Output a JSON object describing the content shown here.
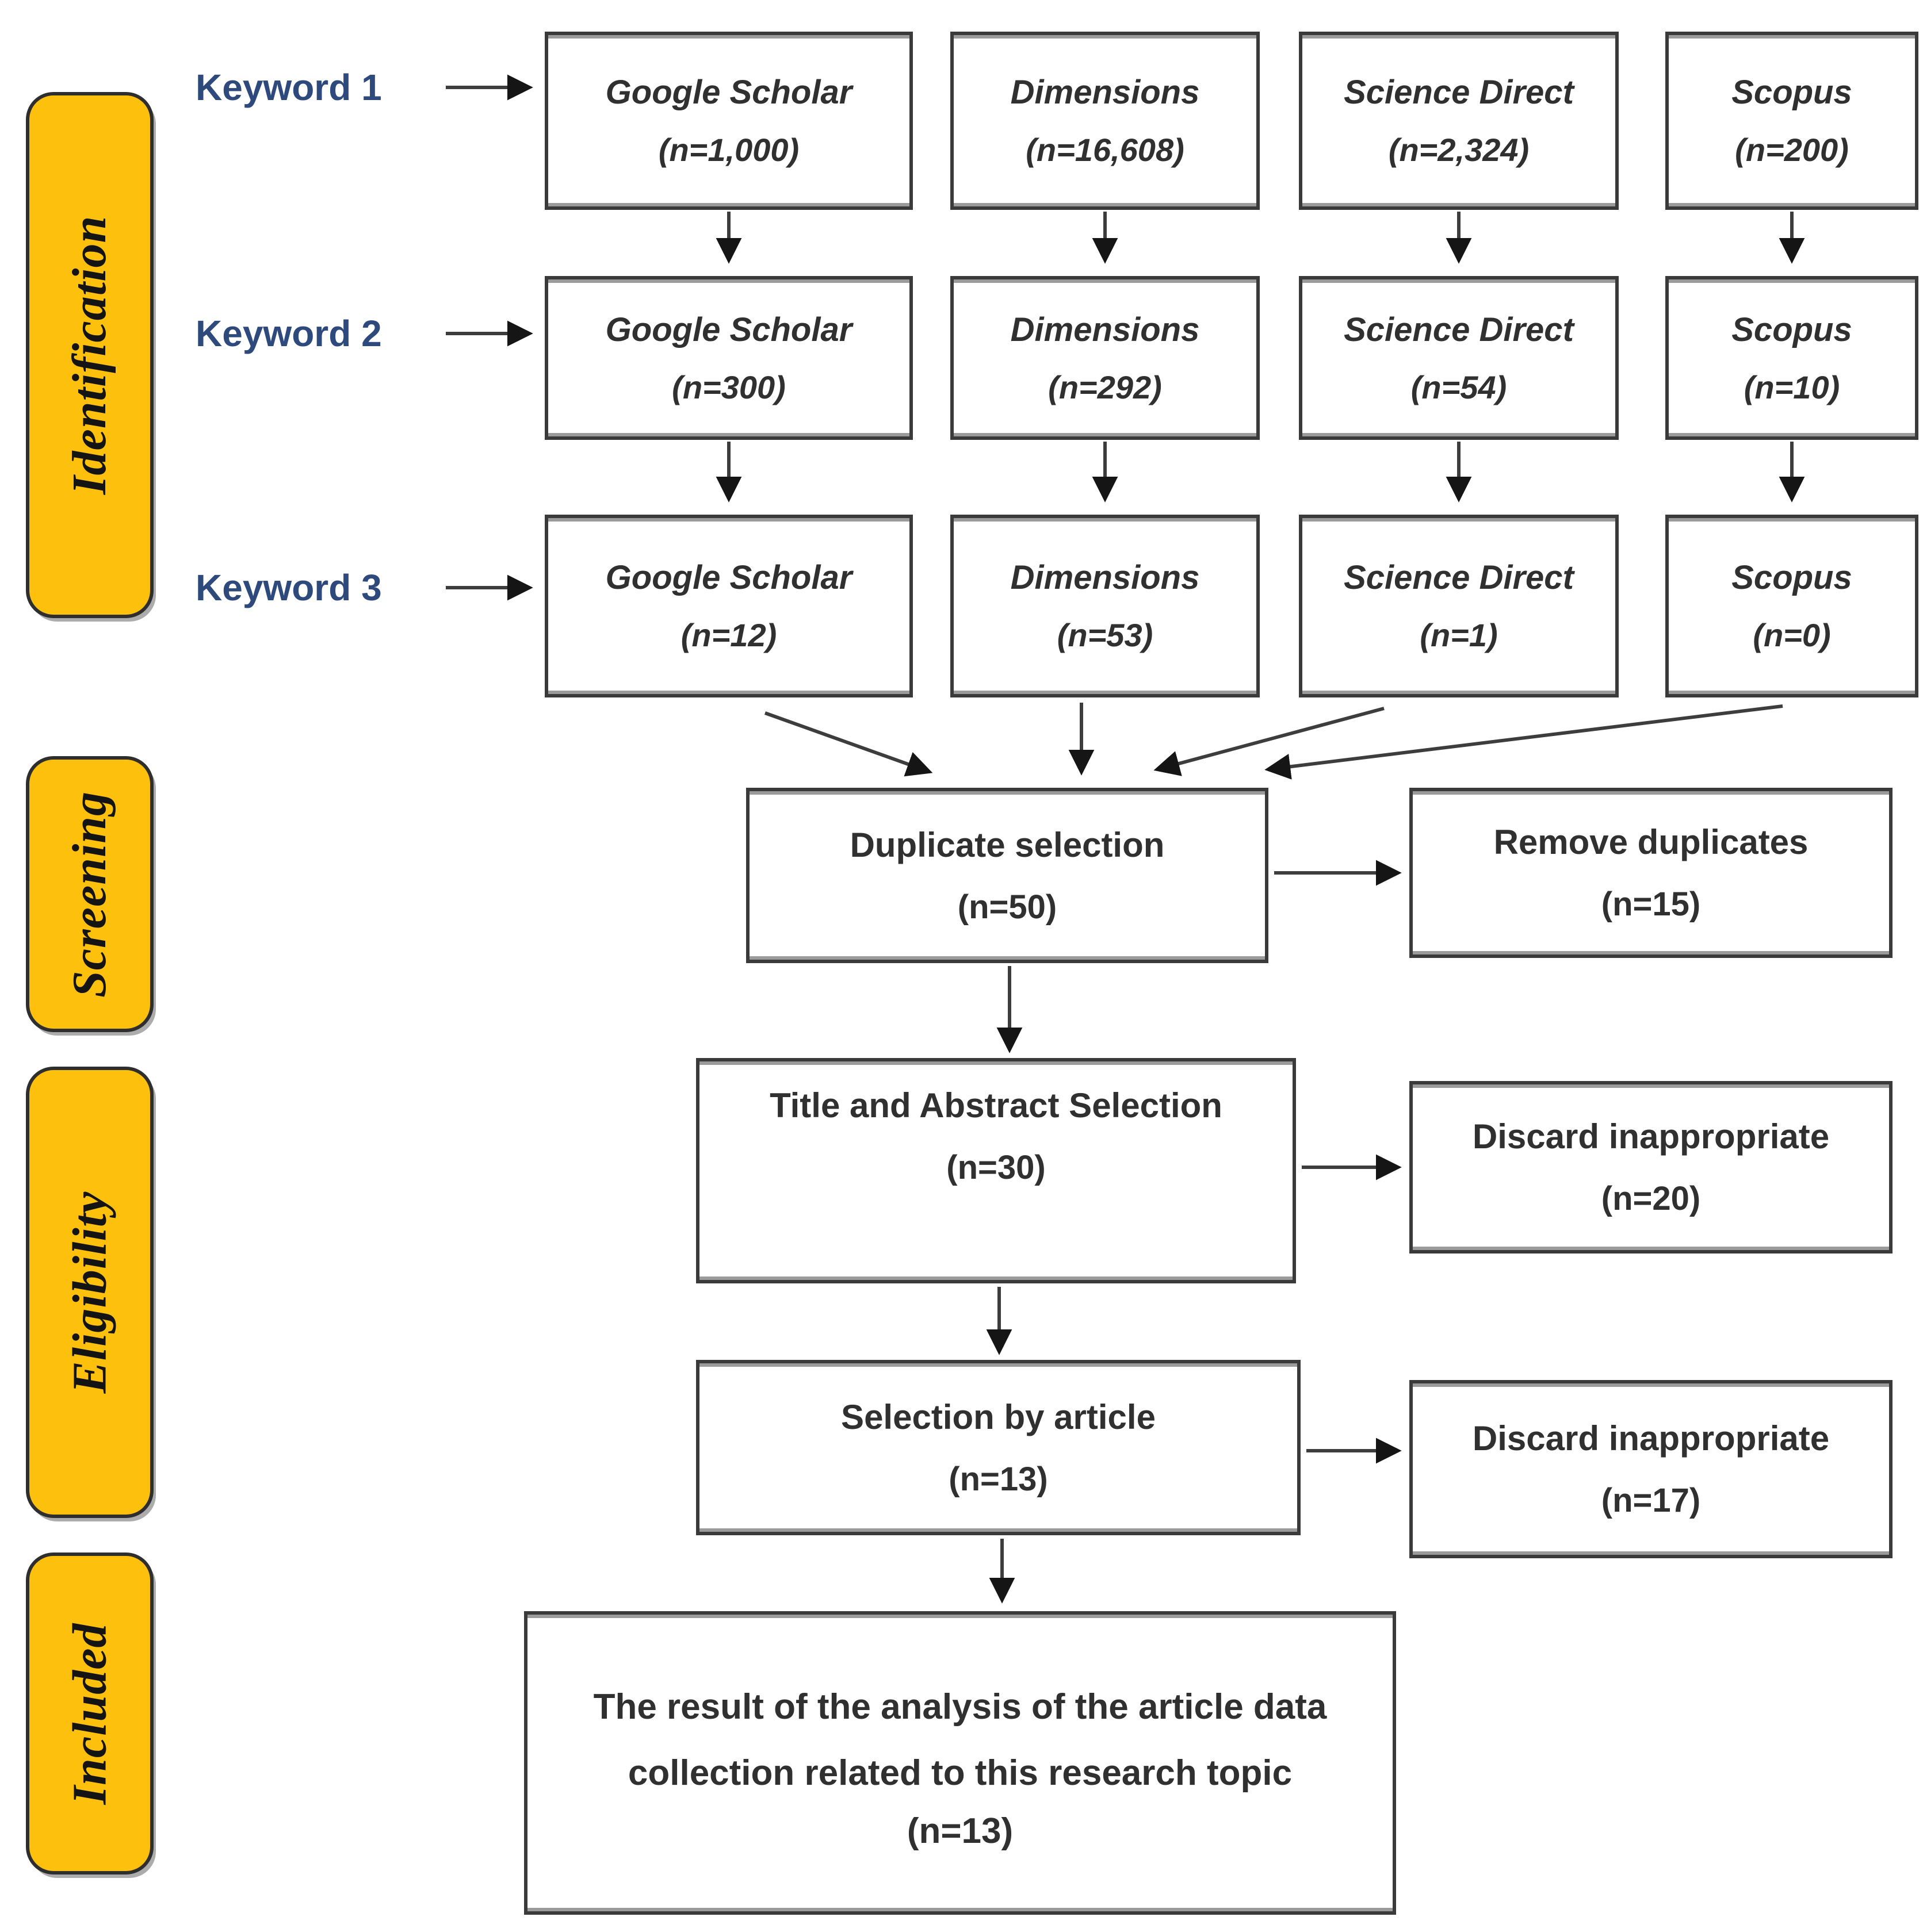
{
  "palette": {
    "stage_fill": "#FCC00D",
    "stage_border": "#2E2E2E",
    "box_border": "#3A3A3A",
    "box_text": "#303030",
    "keyword_text": "#2E4A7D",
    "arrow": "#3D3D3D"
  },
  "stages": {
    "identification": "Identification",
    "screening": "Screening",
    "eligibility": "Eligibility",
    "included": "Included"
  },
  "keywords": {
    "k1": "Keyword 1",
    "k2": "Keyword 2",
    "k3": "Keyword 3"
  },
  "sources": {
    "r1": [
      {
        "name": "Google Scholar",
        "count": "(n=1,000)"
      },
      {
        "name": "Dimensions",
        "count": "(n=16,608)"
      },
      {
        "name": "Science Direct",
        "count": "(n=2,324)"
      },
      {
        "name": "Scopus",
        "count": "(n=200)"
      }
    ],
    "r2": [
      {
        "name": "Google Scholar",
        "count": "(n=300)"
      },
      {
        "name": "Dimensions",
        "count": "(n=292)"
      },
      {
        "name": "Science Direct",
        "count": "(n=54)"
      },
      {
        "name": "Scopus",
        "count": "(n=10)"
      }
    ],
    "r3": [
      {
        "name": "Google Scholar",
        "count": "(n=12)"
      },
      {
        "name": "Dimensions",
        "count": "(n=53)"
      },
      {
        "name": "Science Direct",
        "count": "(n=1)"
      },
      {
        "name": "Scopus",
        "count": "(n=0)"
      }
    ]
  },
  "flow": {
    "duplicate": {
      "label": "Duplicate selection",
      "count": "(n=50)"
    },
    "remove": {
      "label": "Remove duplicates",
      "count": "(n=15)"
    },
    "title_abstract": {
      "label": "Title and Abstract Selection",
      "count": "(n=30)"
    },
    "discard1": {
      "label": "Discard inappropriate",
      "count": "(n=20)"
    },
    "selection": {
      "label": "Selection by article",
      "count": "(n=13)"
    },
    "discard2": {
      "label": "Discard inappropriate",
      "count": "(n=17)"
    },
    "result": {
      "label": "The result of the analysis of the article data collection related to this research topic",
      "count": "(n=13)"
    }
  }
}
